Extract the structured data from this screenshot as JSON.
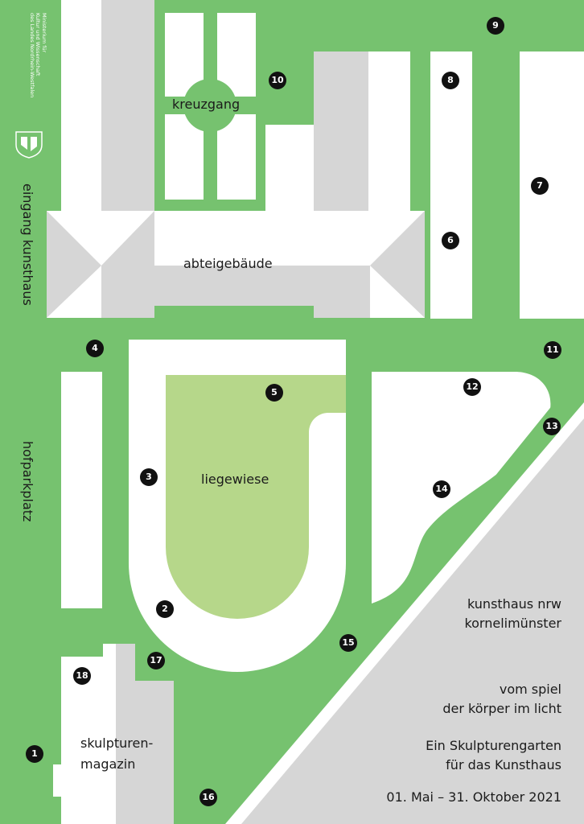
{
  "colors": {
    "background": "#76c26f",
    "building": "#d6d6d6",
    "path": "#ffffff",
    "lawn": "#b6d78a",
    "marker": "#111111",
    "text": "#1b1b1b"
  },
  "ministry_lines": [
    "Ministerium für",
    "Kultur und Wissenschaft",
    "des Landes Nordrhein-Westfalen"
  ],
  "vertical_labels": {
    "entrance": "eingang kunsthaus",
    "parking": "hofparkplatz"
  },
  "area_labels": {
    "cloister": "kreuzgang",
    "abbey": "abteigebäude",
    "lawn": "liegewiese",
    "magazine_line1": "skulpturen-",
    "magazine_line2": "magazin"
  },
  "markers": [
    "1",
    "2",
    "3",
    "4",
    "5",
    "6",
    "7",
    "8",
    "9",
    "10",
    "11",
    "12",
    "13",
    "14",
    "15",
    "16",
    "17",
    "18"
  ],
  "info": {
    "brand_line1": "kunsthaus nrw",
    "brand_line2": "kornelimünster",
    "motto_line1": "vom spiel",
    "motto_line2": "der körper im licht",
    "subtitle_line1": "Ein Skulpturengarten",
    "subtitle_line2": "für das Kunsthaus",
    "dates": "01. Mai – 31. Oktober 2021"
  }
}
